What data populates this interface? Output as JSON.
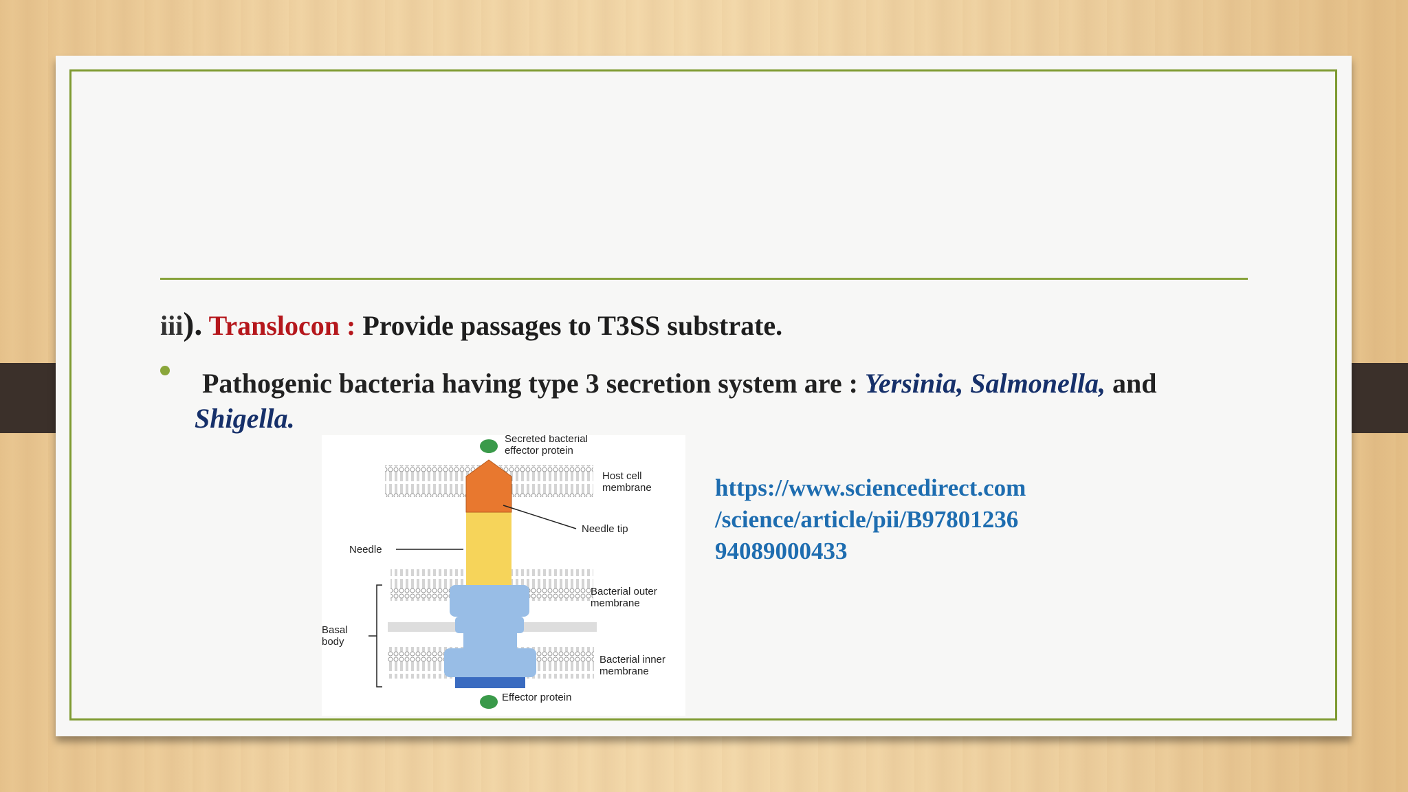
{
  "heading": {
    "prefix": "iii",
    "paren": ").",
    "term": "Translocon :",
    "text": "Provide passages to T3SS substrate."
  },
  "bullet": {
    "text_before": "Pathogenic bacteria having type 3 secretion system are :",
    "organisms_inline": "Yersinia, Salmonella,",
    "connector": "and",
    "organism_last": "Shigella."
  },
  "figure": {
    "labels": {
      "secreted_1": "Secreted bacterial",
      "secreted_2": "effector protein",
      "host_1": "Host cell",
      "host_2": "membrane",
      "needle_tip": "Needle tip",
      "needle": "Needle",
      "outer_1": "Bacterial outer",
      "outer_2": "membrane",
      "basal_1": "Basal",
      "basal_2": "body",
      "inner_1": "Bacterial inner",
      "inner_2": "membrane",
      "effector": "Effector protein"
    },
    "colors": {
      "tip": "#e8782f",
      "needle": "#f6d45a",
      "basal": "#98bde6",
      "base_dark": "#3a6bc0",
      "protein": "#3a9a4a"
    }
  },
  "link": {
    "line1": "https://www.sciencedirect.com",
    "line2": "/science/article/pii/B97801236",
    "line3": "94089000433"
  },
  "colors": {
    "frame": "#7e9a30",
    "accent_red": "#b5171c",
    "italic_blue": "#16306a",
    "link_blue": "#1e6db0"
  }
}
